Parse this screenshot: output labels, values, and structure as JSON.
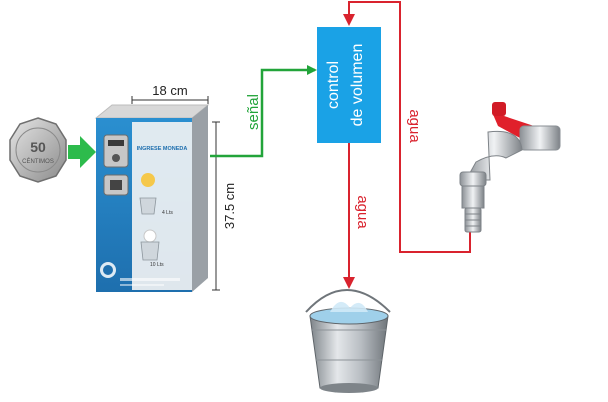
{
  "diagram": {
    "box_label_line1": "control",
    "box_label_line2": "de volumen",
    "signal_label": "señal",
    "water_label_top": "agua",
    "water_label_down": "agua",
    "width_label": "18 cm",
    "height_label": "37.5 cm",
    "coin_text_value": "50",
    "coin_text_unit": "CÉNTIMOS",
    "machine_label": "INGRESE MONEDA",
    "machine_vol1": "4 Lts",
    "machine_vol2": "10 Lts"
  },
  "colors": {
    "control_box": "#1aa2e6",
    "signal_arrow": "#22a43a",
    "water_arrow": "#d9232e",
    "coin_arrow": "#2dbb4c",
    "machine_panel": "#2a8fd0",
    "faucet_handle": "#e0202b"
  }
}
